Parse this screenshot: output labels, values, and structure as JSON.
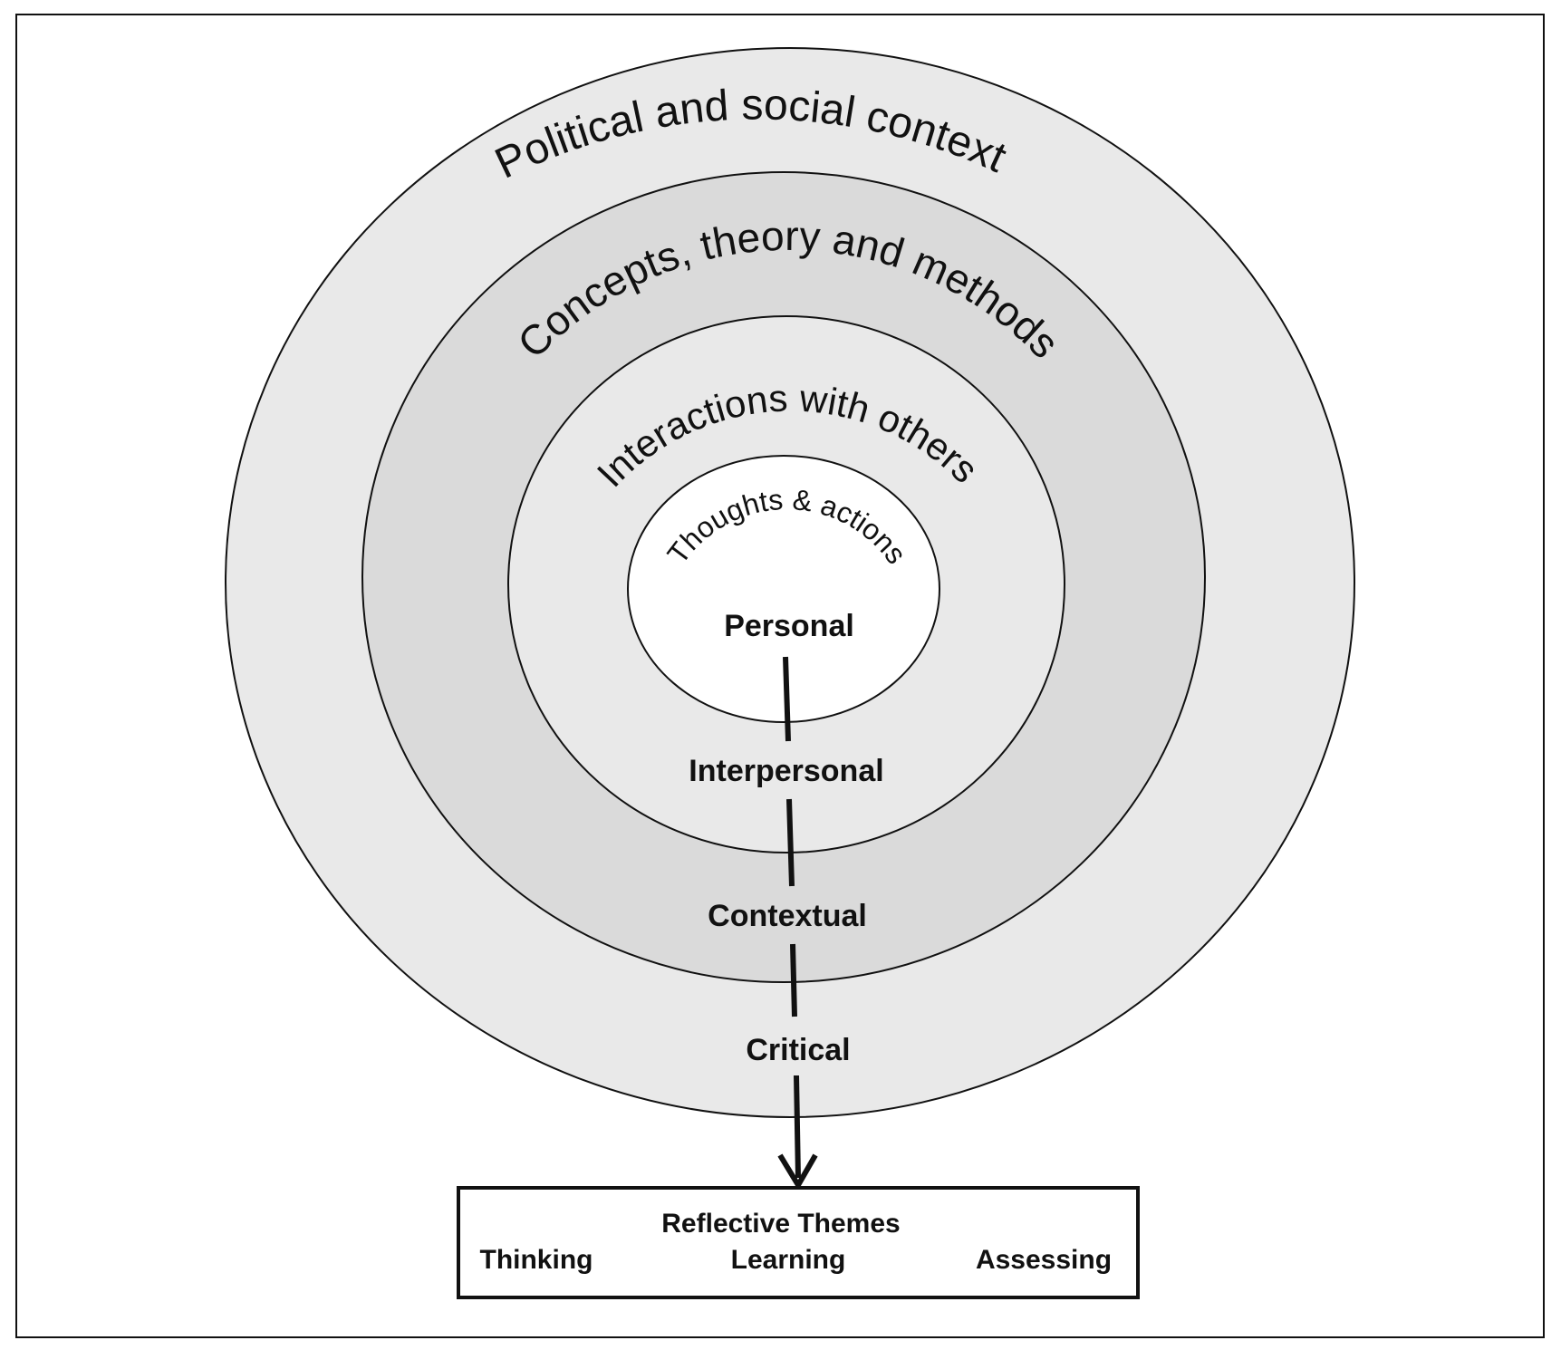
{
  "rings": [
    {
      "label": "Political and social context",
      "fill": "#e9e9e9"
    },
    {
      "label": "Concepts, theory and methods",
      "fill": "#dadada"
    },
    {
      "label": "Interactions with others",
      "fill": "#e9e9e9"
    },
    {
      "label": "Thoughts & actions",
      "fill": "#ffffff"
    }
  ],
  "levels": [
    "Personal",
    "Interpersonal",
    "Contextual",
    "Critical"
  ],
  "themes_box": {
    "title": "Reflective Themes",
    "items": [
      "Thinking",
      "Learning",
      "Assessing"
    ]
  },
  "colors": {
    "stroke": "#111111",
    "background": "#ffffff"
  }
}
